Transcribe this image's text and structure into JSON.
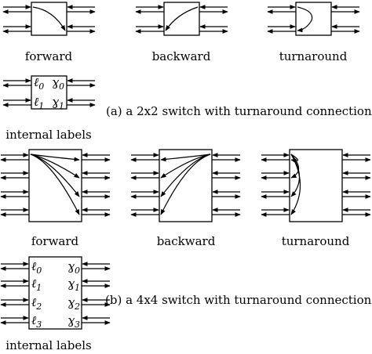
{
  "captions": {
    "fwd2": "forward",
    "bwd2": "backward",
    "turn2": "turnaround",
    "int2": "internal labels",
    "fwd4": "forward",
    "bwd4": "backward",
    "turn4": "turnaround",
    "int4": "internal labels",
    "a": "(a) a 2x2 switch with turnaround connection",
    "b": "(b) a 4x4 switch with turnaround connection"
  },
  "labels2": {
    "l": [
      "ℓ",
      "ℓ"
    ],
    "ls": [
      "0",
      "1"
    ],
    "r": [
      "ɣ",
      "ɣ"
    ],
    "rs": [
      "0",
      "1"
    ]
  },
  "labels4": {
    "l": [
      "ℓ",
      "ℓ",
      "ℓ",
      "ℓ"
    ],
    "ls": [
      "0",
      "1",
      "2",
      "3"
    ],
    "r": [
      "ɣ",
      "ɣ",
      "ɣ",
      "ɣ"
    ],
    "rs": [
      "0",
      "1",
      "2",
      "3"
    ]
  }
}
